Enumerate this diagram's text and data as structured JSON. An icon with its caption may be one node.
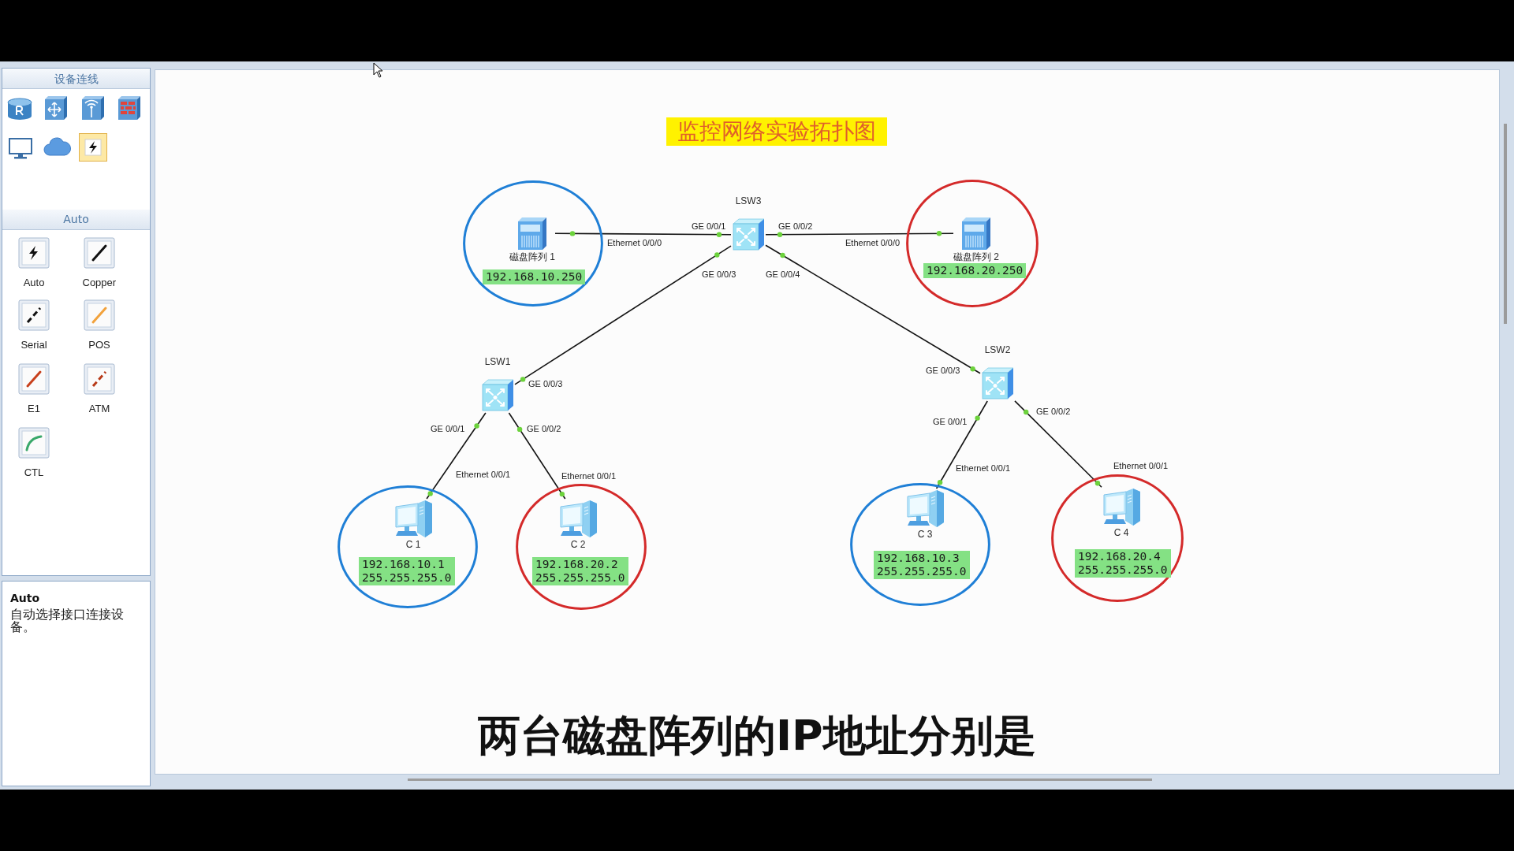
{
  "diagram": {
    "title": "监控网络实验拓扑图",
    "caption": "两台磁盘阵列的IP地址分别是",
    "nodes": [
      {
        "text": [],
        "shape": "circle"
      },
      {
        "text": [
          "磁盘阵列 1"
        ],
        "in": 0
      },
      {
        "text": [
          "192.168.10.250"
        ],
        "in": 0
      },
      {
        "text": [
          "LSW3"
        ]
      },
      {
        "text": [],
        "shape": "circle"
      },
      {
        "text": [
          "磁盘阵列 2"
        ],
        "in": 4
      },
      {
        "text": [
          "192.168.20.250"
        ],
        "in": 4
      },
      {
        "text": [
          "LSW1"
        ]
      },
      {
        "text": [
          "LSW2"
        ]
      },
      {
        "text": [],
        "shape": "circle"
      },
      {
        "text": [
          "C 1"
        ],
        "in": 9
      },
      {
        "text": [
          "192.168.10.1",
          "255.255.255.0"
        ],
        "in": 9
      },
      {
        "text": [],
        "shape": "circle"
      },
      {
        "text": [
          "C 2"
        ],
        "in": 12
      },
      {
        "text": [
          "192.168.20.2",
          "255.255.255.0"
        ],
        "in": 12
      },
      {
        "text": [],
        "shape": "circle"
      },
      {
        "text": [
          "C 3"
        ],
        "in": 15
      },
      {
        "text": [
          "192.168.10.3",
          "255.255.255.0"
        ],
        "in": 15
      },
      {
        "text": [],
        "shape": "circle"
      },
      {
        "text": [
          "C 4"
        ],
        "in": 18
      },
      {
        "text": [
          "192.168.20.4",
          "255.255.255.0"
        ],
        "in": 18
      }
    ],
    "edges": [
      {
        "from": 1,
        "to": 3,
        "arrow": "none"
      },
      {
        "from": 3,
        "to": 5,
        "arrow": "none"
      },
      {
        "from": 3,
        "to": 7,
        "arrow": "none"
      },
      {
        "from": 3,
        "to": 8,
        "arrow": "none"
      },
      {
        "from": 7,
        "to": 10,
        "arrow": "none"
      },
      {
        "from": 7,
        "to": 13,
        "arrow": "none"
      },
      {
        "from": 8,
        "to": 16,
        "arrow": "none"
      },
      {
        "from": 8,
        "to": 19,
        "arrow": "none"
      }
    ],
    "labels": [
      "设备连线",
      "Auto",
      "Auto",
      "Copper",
      "Serial",
      "POS",
      "E1",
      "ATM",
      "CTL",
      "Auto",
      "自动选择接口连接设备。",
      "Ethernet 0/0/0",
      "GE 0/0/1",
      "GE 0/0/2",
      "Ethernet 0/0/0",
      "GE 0/0/3",
      "GE 0/0/3",
      "GE 0/0/4",
      "GE 0/0/3",
      "GE 0/0/1",
      "Ethernet 0/0/1",
      "GE 0/0/2",
      "Ethernet 0/0/1",
      "GE 0/0/1",
      "Ethernet 0/0/1",
      "GE 0/0/2",
      "Ethernet 0/0/1"
    ]
  }
}
